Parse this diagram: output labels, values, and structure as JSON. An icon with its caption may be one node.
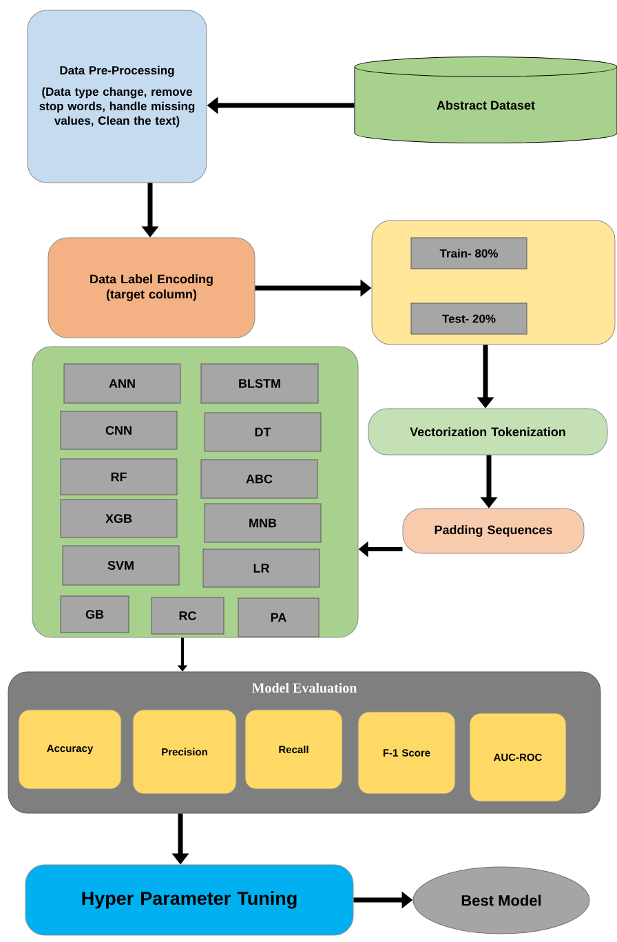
{
  "diagram": {
    "nodes": [
      {
        "text": [
          "Data Pre-Processing",
          "(Data type change, remove stop words, handle missing values, Clean the text)"
        ]
      },
      {
        "text": [
          "Abstract Dataset"
        ]
      },
      {
        "text": [
          "Data Label Encoding (target column)"
        ]
      },
      {
        "text": [],
        "shape": "box"
      },
      {
        "text": [
          "Train- 80%"
        ],
        "in": 3
      },
      {
        "text": [
          "Test- 20%"
        ],
        "in": 3
      },
      {
        "text": [
          "Vectorization Tokenization"
        ]
      },
      {
        "text": [
          "Padding Sequences"
        ]
      },
      {
        "text": [],
        "shape": "box"
      },
      {
        "text": [
          "ANN"
        ],
        "in": 8
      },
      {
        "text": [
          "BLSTM"
        ],
        "in": 8
      },
      {
        "text": [
          "CNN"
        ],
        "in": 8
      },
      {
        "text": [
          "DT"
        ],
        "in": 8
      },
      {
        "text": [
          "RF"
        ],
        "in": 8
      },
      {
        "text": [
          "ABC"
        ],
        "in": 8
      },
      {
        "text": [
          "XGB"
        ],
        "in": 8
      },
      {
        "text": [
          "MNB"
        ],
        "in": 8
      },
      {
        "text": [
          "SVM"
        ],
        "in": 8
      },
      {
        "text": [
          "LR"
        ],
        "in": 8
      },
      {
        "text": [
          "GB"
        ],
        "in": 8
      },
      {
        "text": [
          "RC"
        ],
        "in": 8
      },
      {
        "text": [
          "PA"
        ],
        "in": 8
      },
      {
        "text": [
          "Model Evaluation"
        ]
      },
      {
        "text": [
          "Accuracy"
        ],
        "in": 22
      },
      {
        "text": [
          "Precision"
        ],
        "in": 22
      },
      {
        "text": [
          "Recall"
        ],
        "in": 22
      },
      {
        "text": [
          "F-1 Score"
        ],
        "in": 22
      },
      {
        "text": [
          "AUC-ROC"
        ],
        "in": 22
      },
      {
        "text": [
          "Hyper Parameter Tuning"
        ]
      },
      {
        "text": [
          "Best Model"
        ]
      }
    ],
    "edges": [
      {
        "from": 1,
        "to": 0,
        "arrow": "to"
      },
      {
        "from": 0,
        "to": 2,
        "arrow": "to"
      },
      {
        "from": 2,
        "to": 3,
        "arrow": "to"
      },
      {
        "from": 3,
        "to": 6,
        "arrow": "to"
      },
      {
        "from": 6,
        "to": 7,
        "arrow": "to"
      },
      {
        "from": 7,
        "to": 8,
        "arrow": "to"
      },
      {
        "from": 8,
        "to": 22,
        "arrow": "to"
      },
      {
        "from": 22,
        "to": 28,
        "arrow": "to"
      },
      {
        "from": 28,
        "to": 29,
        "arrow": "to"
      }
    ]
  }
}
